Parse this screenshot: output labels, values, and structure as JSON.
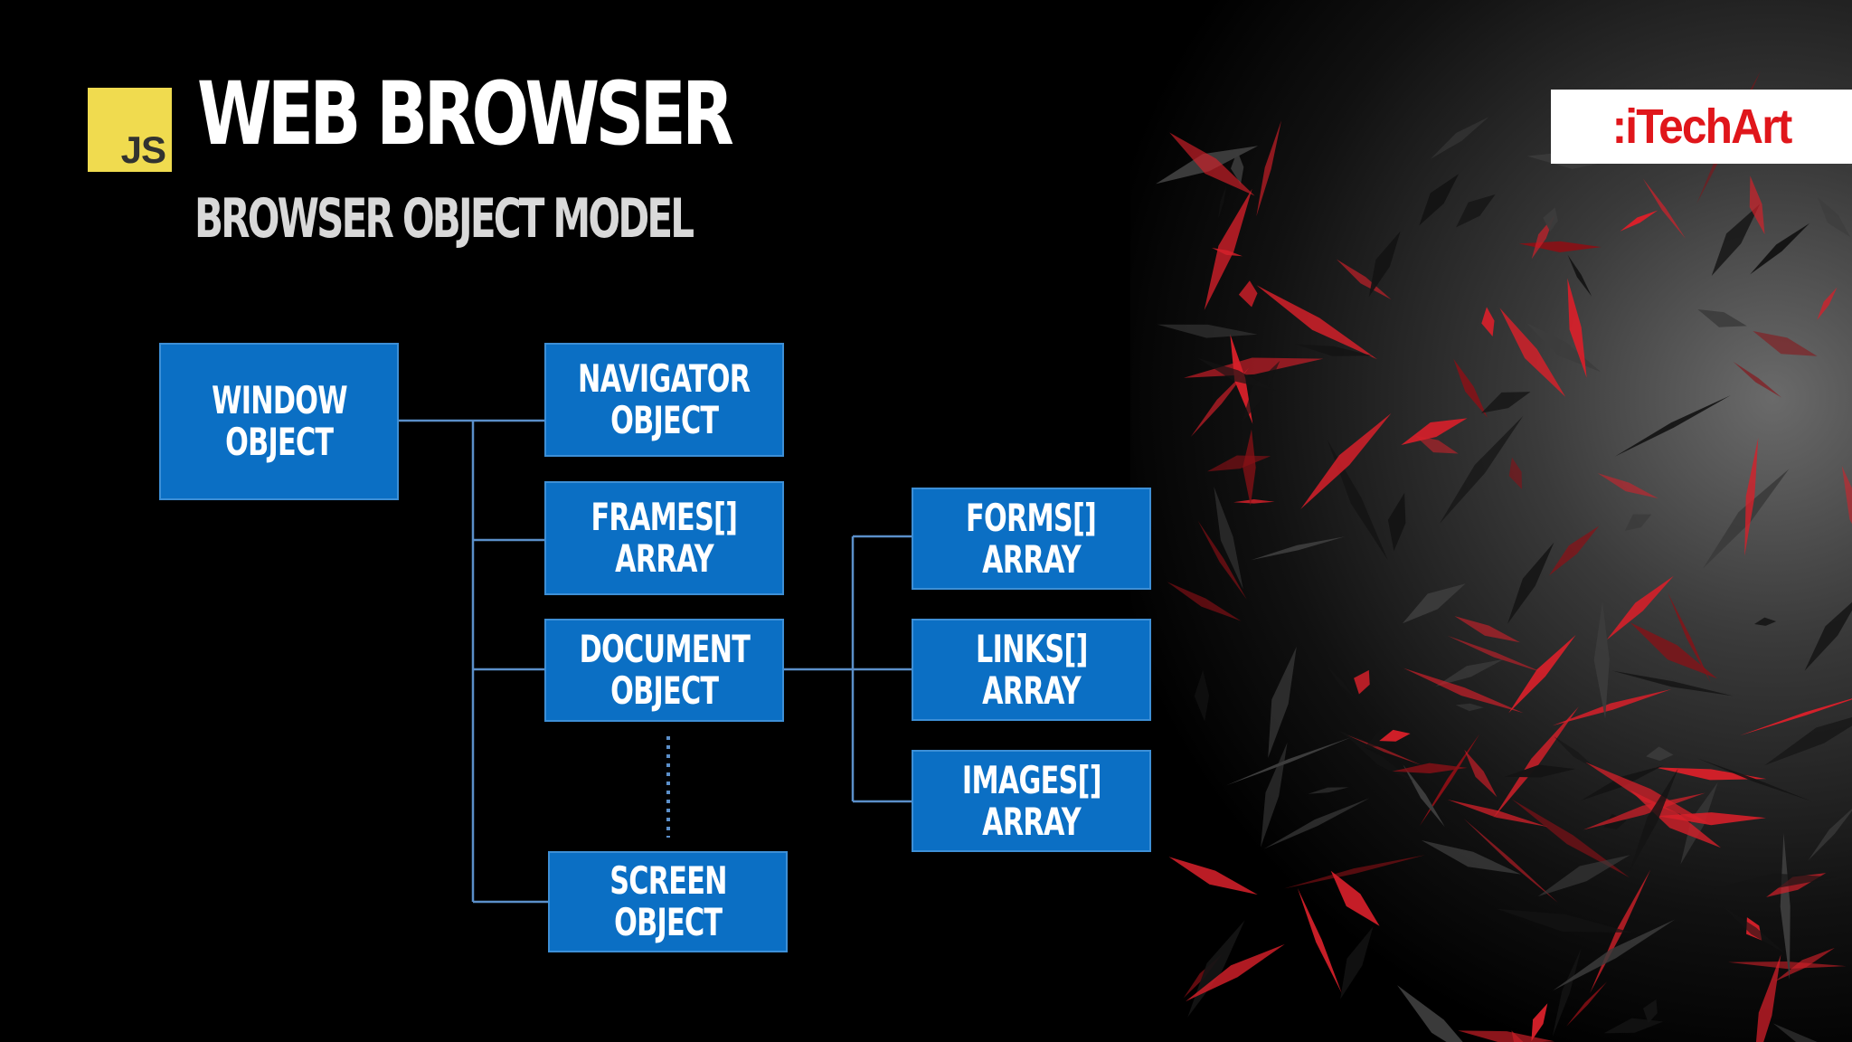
{
  "header": {
    "logo_text": "JS",
    "title": "WEB BROWSER",
    "subtitle": "BROWSER OBJECT MODEL",
    "brand": ":iTechArt"
  },
  "diagram": {
    "nodes": {
      "window": [
        "WINDOW",
        "OBJECT"
      ],
      "navigator": [
        "NAVIGATOR",
        "OBJECT"
      ],
      "frames": [
        "FRAMES[]",
        "ARRAY"
      ],
      "document": [
        "DOCUMENT",
        "OBJECT"
      ],
      "screen": [
        "SCREEN",
        "OBJECT"
      ],
      "forms": [
        "FORMS[]",
        "ARRAY"
      ],
      "links": [
        "LINKS[]",
        "ARRAY"
      ],
      "images": [
        "IMAGES[]",
        "ARRAY"
      ]
    },
    "edges": [
      [
        "window",
        "navigator"
      ],
      [
        "window",
        "frames"
      ],
      [
        "window",
        "document"
      ],
      [
        "window",
        "screen"
      ],
      [
        "document",
        "forms"
      ],
      [
        "document",
        "links"
      ],
      [
        "document",
        "images"
      ]
    ]
  },
  "colors": {
    "background": "#000000",
    "box_fill": "#0b6fc4",
    "box_border": "#3d8fd6",
    "connector": "#5b8fc9",
    "js_yellow": "#f0db4f",
    "brand_red": "#e0161b",
    "shard_red": "#d6202a"
  }
}
